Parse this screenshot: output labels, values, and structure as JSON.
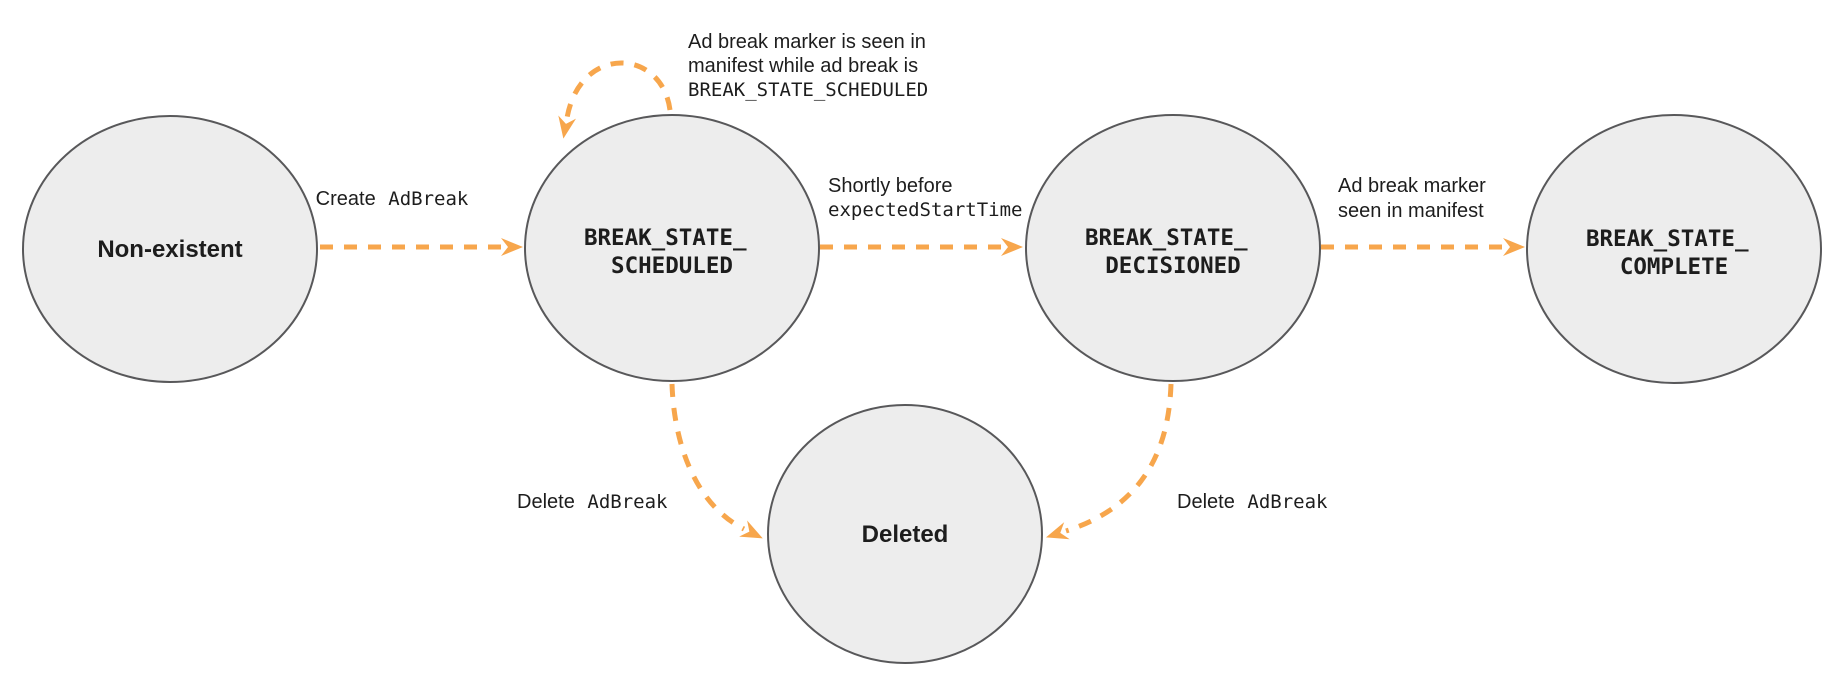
{
  "colors": {
    "background": "#ffffff",
    "accent": "#F7A64C",
    "node_fill": "#EDEDED",
    "node_border": "#58585A",
    "text": "#1D1D1D"
  },
  "nodes": {
    "non_existent": {
      "label": "Non-existent"
    },
    "scheduled": {
      "line1": "BREAK_STATE_",
      "line2": "SCHEDULED"
    },
    "decisioned": {
      "line1": "BREAK_STATE_",
      "line2": "DECISIONED"
    },
    "complete": {
      "line1": "BREAK_STATE_",
      "line2": "COMPLETE"
    },
    "deleted": {
      "label": "Deleted"
    }
  },
  "edges": {
    "create": {
      "plain": "Create",
      "code": "AdBreak"
    },
    "self_loop": {
      "line1": "Ad break marker is seen in",
      "line2": "manifest while ad break is",
      "line3_code": "BREAK_STATE_SCHEDULED"
    },
    "to_decisioned": {
      "line1": "Shortly before",
      "line2_code": "expectedStartTime"
    },
    "to_complete": {
      "line1": "Ad break marker",
      "line2": "seen in manifest"
    },
    "delete_from_scheduled": {
      "plain": "Delete",
      "code": "AdBreak"
    },
    "delete_from_decisioned": {
      "plain": "Delete",
      "code": "AdBreak"
    }
  }
}
